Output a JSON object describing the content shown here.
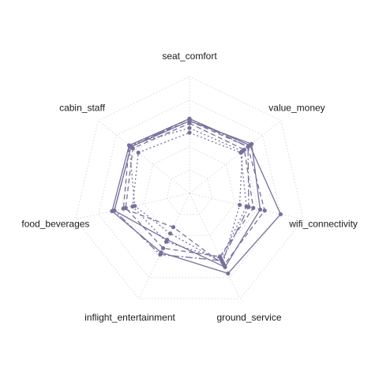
{
  "chart_data": {
    "type": "radar",
    "axes": [
      "seat_comfort",
      "value_money",
      "wifi_connectivity",
      "ground_service",
      "inflight_entertainment",
      "food_beverages",
      "cabin_staff"
    ],
    "range": [
      0,
      5
    ],
    "grid_levels": [
      1,
      2,
      3,
      4,
      5
    ],
    "grid": true,
    "color": "#76719b",
    "series": [
      {
        "values": [
          3.2,
          3.3,
          4.0,
          3.8,
          2.8,
          3.4,
          3.3
        ],
        "dash": "solid"
      },
      {
        "values": [
          3.1,
          3.4,
          3.1,
          3.5,
          2.2,
          3.3,
          3.2
        ],
        "dash": "solid"
      },
      {
        "values": [
          3.1,
          3.2,
          3.3,
          3.4,
          1.6,
          2.9,
          3.3
        ],
        "dash": "6,4"
      },
      {
        "values": [
          3.0,
          3.0,
          2.8,
          3.0,
          2.6,
          2.8,
          3.1
        ],
        "dash": "6,4"
      },
      {
        "values": [
          2.8,
          2.9,
          2.2,
          3.3,
          1.9,
          2.4,
          3.3
        ],
        "dash": "2,3"
      },
      {
        "values": [
          2.6,
          2.8,
          2.5,
          3.1,
          2.3,
          2.5,
          2.8
        ],
        "dash": "2,3"
      },
      {
        "values": [
          3.2,
          3.2,
          2.6,
          3.2,
          2.9,
          3.3,
          3.2
        ],
        "dash": "9,3,2,3"
      }
    ]
  }
}
